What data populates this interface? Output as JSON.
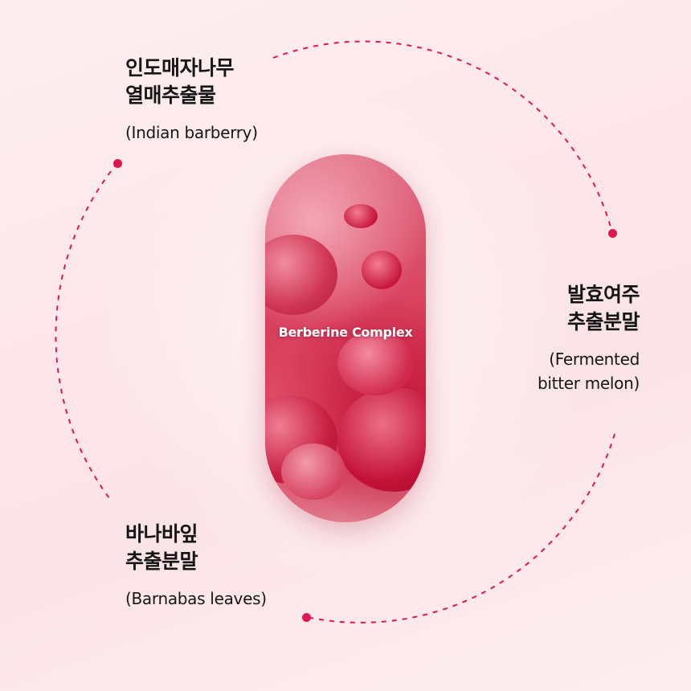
{
  "product": {
    "capsule_label": "Berberine Complex"
  },
  "ingredients": [
    {
      "name_ko_line1": "인도매자나무",
      "name_ko_line2": "열매추출물",
      "name_en": "(Indian barberry)"
    },
    {
      "name_ko_line1": "발효여주",
      "name_ko_line2": "추출분말",
      "name_en_line1": "(Fermented",
      "name_en_line2": "bitter melon)"
    },
    {
      "name_ko_line1": "바나바잎",
      "name_ko_line2": "추출분말",
      "name_en": "(Barnabas leaves)"
    }
  ],
  "colors": {
    "accent": "#e0174f",
    "capsule": "#d9425f"
  }
}
